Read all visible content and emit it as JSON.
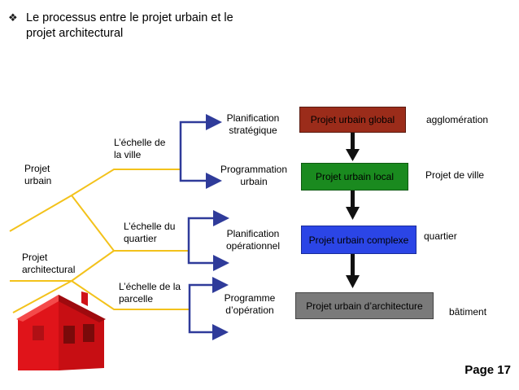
{
  "title": {
    "bullet_icon": "diamond-bullet-icon",
    "line1": "Le processus  entre le projet urbain et le",
    "line2": "projet architectural"
  },
  "left": {
    "projet_urbain_1": "Projet",
    "projet_urbain_2": "urbain",
    "projet_archi_1": "Projet",
    "projet_archi_2": "architectural"
  },
  "scales": {
    "ville_1": "L’échelle de",
    "ville_2": "la ville",
    "quartier_1": "L’échelle du",
    "quartier_2": "quartier",
    "parcelle_1": "L’échelle de la",
    "parcelle_2": "parcelle"
  },
  "steps": {
    "planif_strat_1": "Planification",
    "planif_strat_2": "stratégique",
    "programmation_1": "Programmation",
    "programmation_2": "urbain",
    "planif_oper_1": "Planification",
    "planif_oper_2": "opérationnel",
    "programme_oper_1": "Programme",
    "programme_oper_2": "d’opération"
  },
  "boxes": [
    {
      "label": "Projet urbain global",
      "color": "#9b2c1a"
    },
    {
      "label": "Projet urbain local",
      "color": "#1a8a1f"
    },
    {
      "label": "Projet urbain complexe",
      "color": "#2b45e6"
    },
    {
      "label": "Projet urbain d’architecture",
      "color": "#7a7a7a"
    }
  ],
  "levels": {
    "agglomeration": "agglomération",
    "ville": "Projet de ville",
    "quartier": "quartier",
    "batiment": "bâtiment"
  },
  "colors": {
    "yellow_line": "#f3c21b",
    "bracket_blue": "#2f3b9a",
    "arrow": "#111111",
    "house_red": "#e0141a"
  },
  "footer": {
    "page": "Page 17"
  }
}
